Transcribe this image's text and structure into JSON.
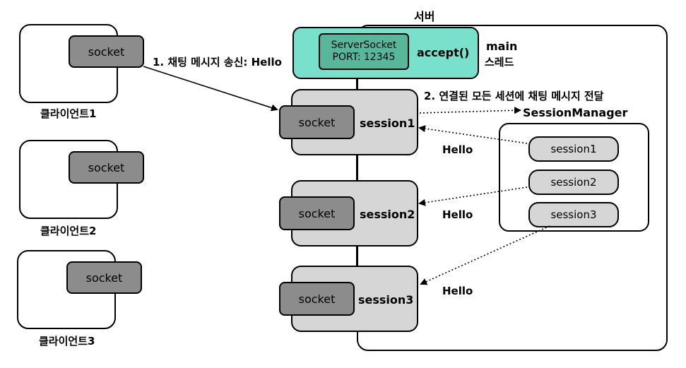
{
  "server": {
    "title": "서버"
  },
  "main_thread": {
    "server_socket_name": "ServerSocket",
    "server_socket_port": "PORT: 12345",
    "accept": "accept()",
    "thread_label_1": "main",
    "thread_label_2": "스레드"
  },
  "clients": [
    {
      "socket": "socket",
      "label": "클라이언트1"
    },
    {
      "socket": "socket",
      "label": "클라이언트2"
    },
    {
      "socket": "socket",
      "label": "클라이언트3"
    }
  ],
  "sessions": [
    {
      "socket": "socket",
      "name": "session1"
    },
    {
      "socket": "socket",
      "name": "session2"
    },
    {
      "socket": "socket",
      "name": "session3"
    }
  ],
  "session_manager": {
    "title": "SessionManager",
    "items": [
      "session1",
      "session2",
      "session3"
    ]
  },
  "annotations": {
    "step1": "1. 채팅 메시지 송신: Hello",
    "step2": "2. 연결된 모든 세션에 채팅 메시지 전달",
    "hello_1": "Hello",
    "hello_2": "Hello",
    "hello_3": "Hello"
  }
}
